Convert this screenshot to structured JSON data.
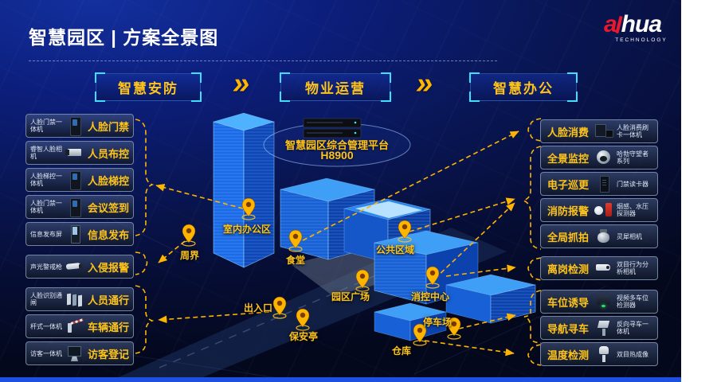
{
  "title": "智慧园区 | 方案全景图",
  "logo": {
    "brand_red": "a",
    "brand_white": "hua",
    "tagline": "TECHNOLOGY"
  },
  "flow": {
    "steps": [
      "智慧安防",
      "物业运营",
      "智慧办公"
    ],
    "chevron": "»"
  },
  "platform": {
    "name": "智慧园区综合管理平台",
    "model": "H8900"
  },
  "left_panel": {
    "items": [
      {
        "device": "人脸门禁一体机",
        "label": "人脸门禁"
      },
      {
        "device": "睿智人脸相机",
        "label": "人员布控"
      },
      {
        "device": "人脸梯控一体机",
        "label": "人脸梯控"
      },
      {
        "device": "人脸门禁一体机",
        "label": "会议签到"
      },
      {
        "device": "信息发布屏",
        "label": "信息发布"
      },
      {
        "device": "声光警戒枪",
        "label": "入侵报警"
      },
      {
        "device": "人脸识别通闸",
        "label": "人员通行"
      },
      {
        "device": "杆式一体机",
        "label": "车辆通行"
      },
      {
        "device": "访客一体机",
        "label": "访客登记"
      }
    ]
  },
  "right_panel": {
    "items": [
      {
        "label": "人脸消费",
        "device": "人脸消费刷卡一体机"
      },
      {
        "label": "全景监控",
        "device": "哈勃守望者系列"
      },
      {
        "label": "电子巡更",
        "device": "门禁读卡器"
      },
      {
        "label": "消防报警",
        "device": "烟感、水压探测器"
      },
      {
        "label": "全局抓拍",
        "device": "灵犀相机"
      },
      {
        "label": "离岗检测",
        "device": "双目行为分析相机"
      },
      {
        "label": "车位诱导",
        "device": "视频多车位检测器"
      },
      {
        "label": "导航寻车",
        "device": "反向寻车一体机"
      },
      {
        "label": "温度检测",
        "device": "双目热成像"
      }
    ]
  },
  "map": {
    "locations": [
      "室内办公区",
      "周界",
      "食堂",
      "公共区域",
      "园区广场",
      "消控中心",
      "停车场",
      "仓库",
      "出入口",
      "保安亭"
    ]
  },
  "colors": {
    "accent_yellow": "#ffbe00",
    "accent_cyan": "#3fe0ff",
    "bg_blue": "#0c1e7c",
    "dahua_red": "#e8192c",
    "bottom_bar_blue": "#1d4fe0"
  }
}
